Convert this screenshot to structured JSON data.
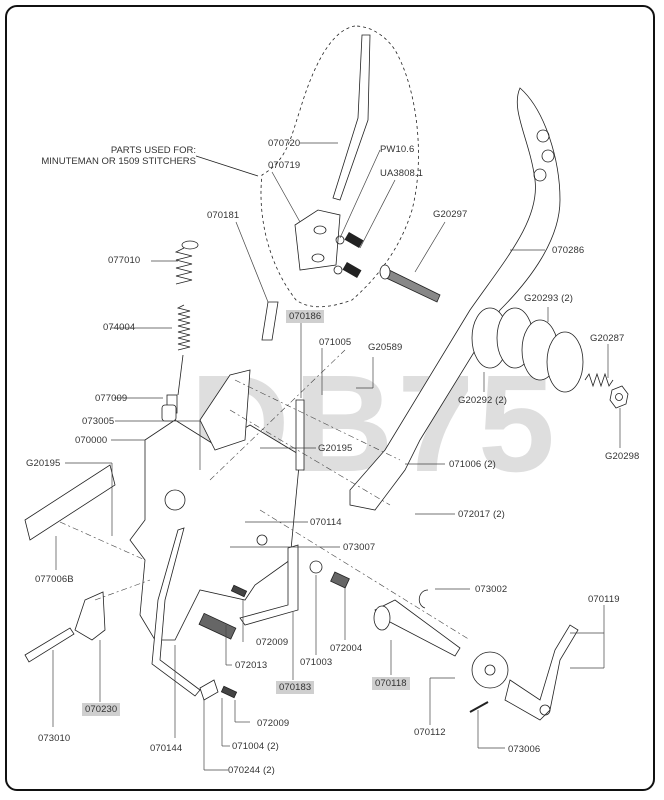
{
  "diagram": {
    "type": "exploded-parts-diagram",
    "watermark": "DB75",
    "note_lines": [
      "PARTS USED FOR:",
      "MINUTEMAN OR 1509 STITCHERS"
    ],
    "highlight_color": "#cfcfcf",
    "labels": {
      "p070720": "070720",
      "p070719": "070719",
      "pPW106": "PW10.6",
      "pUA38081": "UA3808.1",
      "p070181": "070181",
      "p077010": "077010",
      "pG20297": "G20297",
      "p070286": "070286",
      "p074004": "074004",
      "p070186": "070186",
      "pG20293": "G20293 (2)",
      "p071005": "071005",
      "pG20589": "G20589",
      "pG20287": "G20287",
      "p077009": "077009",
      "pG20292": "G20292 (2)",
      "p073005": "073005",
      "p070000": "070000",
      "pG20195a": "G20195",
      "pG20195b": "G20195",
      "p071006": "071006 (2)",
      "pG20298": "G20298",
      "p072017": "072017 (2)",
      "p070114": "070114",
      "p073007": "073007",
      "p077006B": "077006B",
      "p073002": "073002",
      "p070119": "070119",
      "p072009a": "072009",
      "p072013": "072013",
      "p072004": "072004",
      "p071003": "071003",
      "p070183": "070183",
      "p070118": "070118",
      "p070230": "070230",
      "p073010": "073010",
      "p070112": "070112",
      "p072009b": "072009",
      "p070144": "070144",
      "p071004": "071004 (2)",
      "p073006": "073006",
      "p070244": "070244 (2)"
    },
    "highlighted_parts": [
      "070186",
      "070183",
      "070118",
      "070230"
    ]
  }
}
